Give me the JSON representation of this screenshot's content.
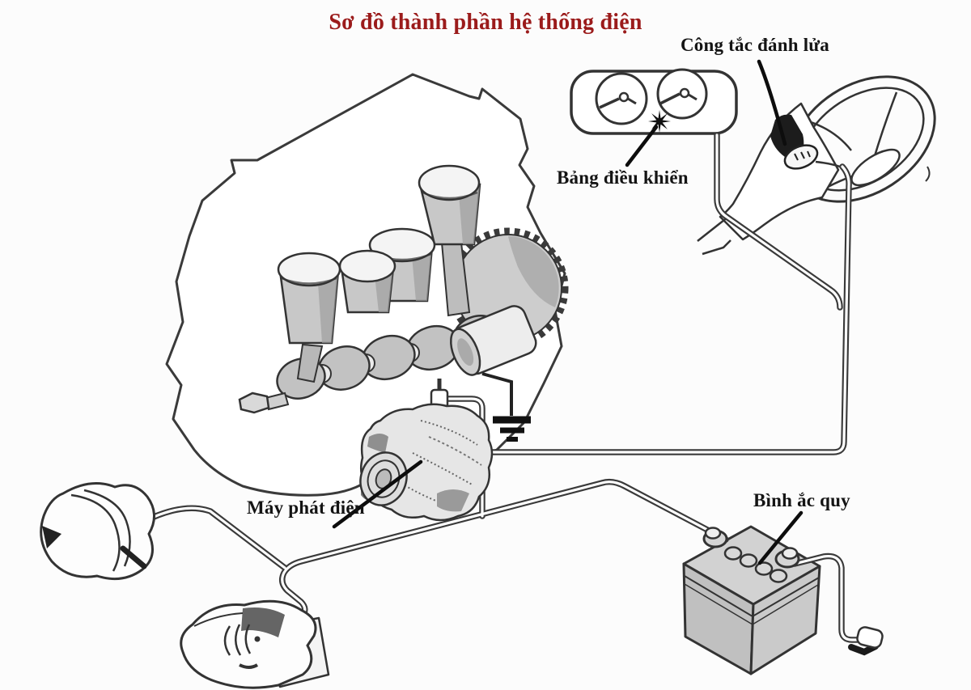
{
  "title": {
    "text": "Sơ đồ thành phần hệ thống điện",
    "color": "#9b1b1b"
  },
  "labels": {
    "ignition_switch": "Công tắc đánh lửa",
    "control_panel": "Bảng điều khiển",
    "generator": "Máy phát điện",
    "battery": "Bình ắc quy"
  },
  "diagram": {
    "type": "schematic-illustration",
    "components": [
      "engine-block",
      "pistons",
      "crankshaft",
      "flywheel-gear",
      "oil-filter",
      "alternator",
      "ground-symbol",
      "instrument-panel",
      "gauges",
      "warning-indicator",
      "steering-wheel",
      "steering-column",
      "ignition-key",
      "battery",
      "battery-terminals",
      "headlamp-upper-left",
      "headlamp-lower",
      "wiring-harness",
      "pointer-arrows"
    ],
    "colors": {
      "background": "#fcfcfc",
      "line": "#333333",
      "title_text": "#9b1b1b",
      "label_text": "#141414",
      "fill_light": "#ededed",
      "fill_mid": "#c6c6c6",
      "fill_dark": "#8f8f8f"
    }
  }
}
